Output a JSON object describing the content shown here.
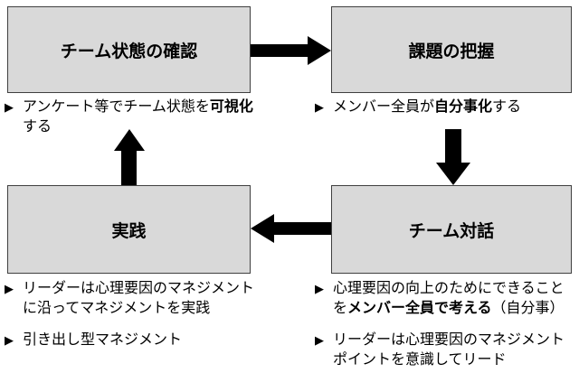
{
  "diagram": {
    "bullet_marker": "▶",
    "colors": {
      "background": "#ffffff",
      "box_fill": "#d9d9d9",
      "box_border": "#404040",
      "arrow": "#000000",
      "text": "#000000"
    },
    "boxes": [
      {
        "id": "team-status",
        "title": "チーム状態の確認"
      },
      {
        "id": "issue-grasp",
        "title": "課題の把握"
      },
      {
        "id": "practice",
        "title": "実践"
      },
      {
        "id": "team-dialogue",
        "title": "チーム対話"
      }
    ],
    "notes": {
      "team_status": [
        {
          "segments": [
            {
              "text": "アンケート等でチーム状態を",
              "bold": false
            },
            {
              "text": "可視化",
              "bold": true
            },
            {
              "text": "\nする",
              "bold": false
            }
          ]
        }
      ],
      "issue_grasp": [
        {
          "segments": [
            {
              "text": "メンバー全員が",
              "bold": false
            },
            {
              "text": "自分事化",
              "bold": true
            },
            {
              "text": "する",
              "bold": false
            }
          ]
        }
      ],
      "practice": [
        {
          "segments": [
            {
              "text": "リーダーは心理要因のマネジメント\nに沿ってマネジメントを実践",
              "bold": false
            }
          ]
        },
        {
          "segments": [
            {
              "text": "引き出し型マネジメント",
              "bold": false
            }
          ]
        }
      ],
      "team_dialogue": [
        {
          "segments": [
            {
              "text": "心理要因の向上のためにできること\nを",
              "bold": false
            },
            {
              "text": "メンバー全員で考える",
              "bold": true
            },
            {
              "text": "（自分事）",
              "bold": false
            }
          ]
        },
        {
          "segments": [
            {
              "text": "リーダーは心理要因のマネジメント\nポイントを意識してリード",
              "bold": false
            }
          ]
        }
      ]
    },
    "flow": [
      {
        "from": "チーム状態の確認",
        "to": "課題の把握",
        "direction": "right"
      },
      {
        "from": "課題の把握",
        "to": "チーム対話",
        "direction": "down"
      },
      {
        "from": "チーム対話",
        "to": "実践",
        "direction": "left"
      },
      {
        "from": "実践",
        "to": "チーム状態の確認",
        "direction": "up"
      }
    ]
  }
}
